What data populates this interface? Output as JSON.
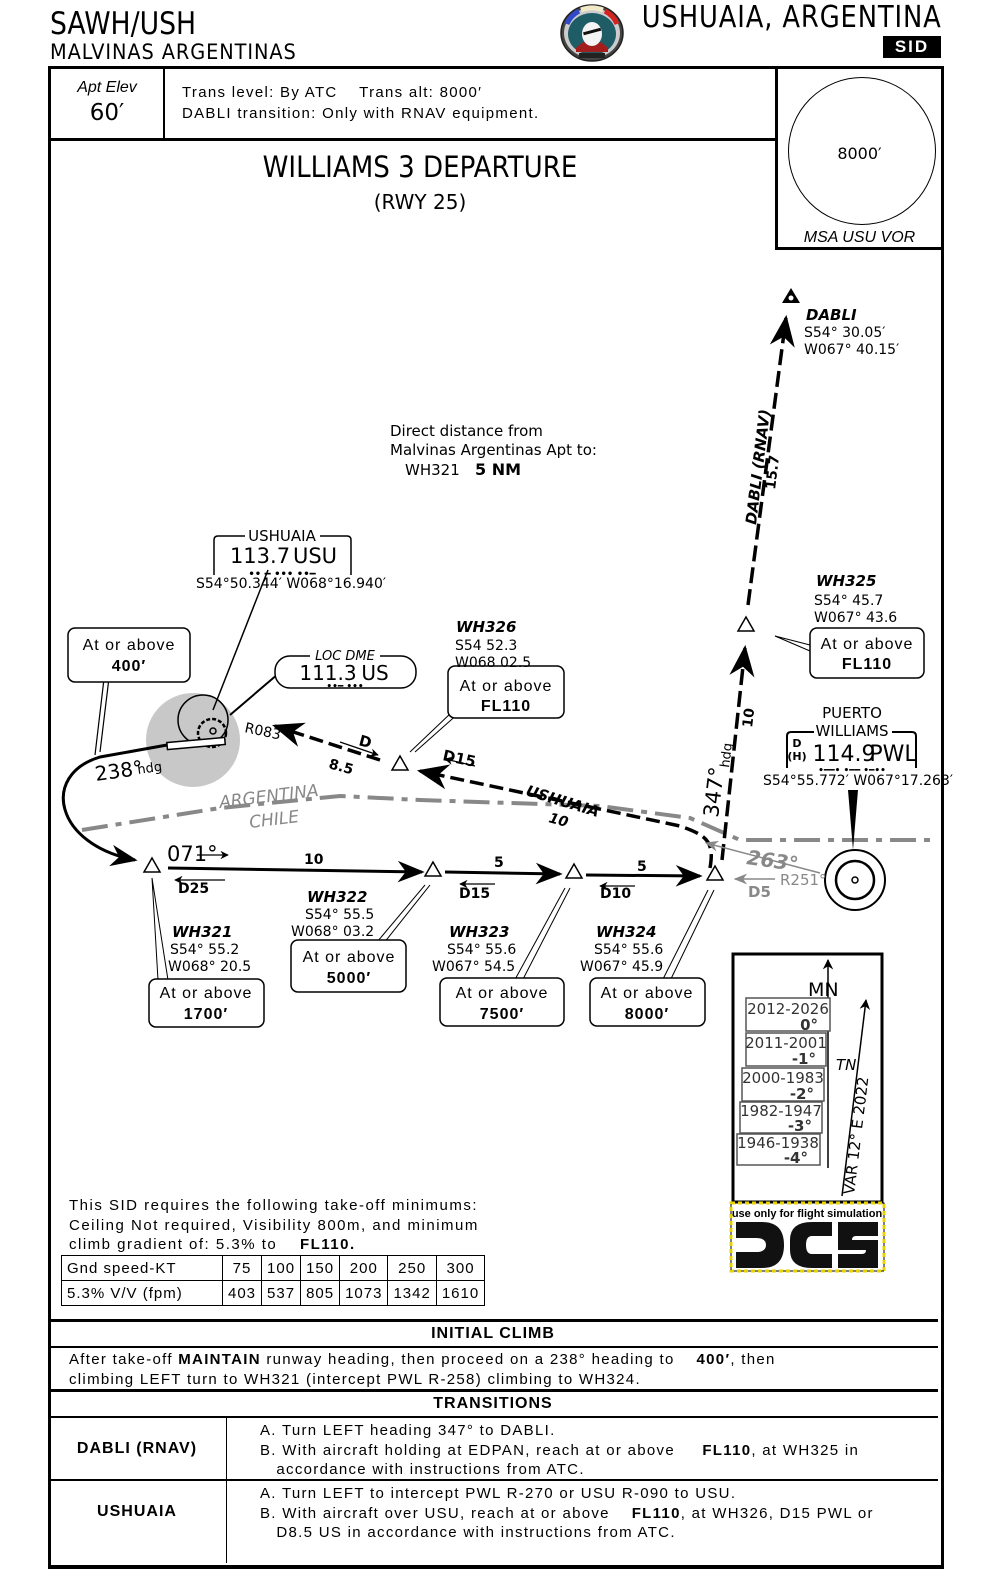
{
  "header": {
    "ident": "SAWH/USH",
    "airport_name": "MALVINAS ARGENTINAS",
    "city": "USHUAIA, ARGENTINA",
    "chart_type_badge": "SID",
    "logo": "pilot-squadron-logo"
  },
  "info": {
    "apt_elev_label": "Apt Elev",
    "apt_elev_value": "60′",
    "trans_line1": "Trans level: By ATC    Trans alt: 8000′",
    "trans_line2": "DABLI transition: Only with RNAV equipment."
  },
  "msa": {
    "altitude": "8000′",
    "label": "MSA USU VOR"
  },
  "procedure": {
    "title": "WILLIAMS 3 DEPARTURE",
    "runway": "(RWY 25)"
  },
  "map": {
    "direct_distance_note": {
      "line1": "Direct distance from",
      "line2": "Malvinas Argentinas Apt to:",
      "fix": "WH321",
      "distance": "5 NM"
    },
    "navaids": [
      {
        "id": "usu",
        "name": "USHUAIA",
        "freq": "113.7",
        "ident": "USU",
        "coords": "S54°50.344′ W068°16.940′"
      },
      {
        "id": "loc",
        "name": "LOC DME",
        "freq": "111.3",
        "ident": "US"
      },
      {
        "id": "pwl",
        "name_line1": "PUERTO",
        "name_line2": "WILLIAMS",
        "class": "D\n(H)",
        "class_d": "D",
        "class_h": "(H)",
        "freq": "114.9",
        "ident": "PWL",
        "coords": "S54°55.772′ W067°17.263′"
      }
    ],
    "waypoints": [
      {
        "name": "DABLI",
        "lat": "S54° 30.05′",
        "lon": "W067° 40.15′"
      },
      {
        "name": "WH325",
        "lat": "S54° 45.7",
        "lon": "W067° 43.6",
        "restriction_label": "At or above",
        "restriction_value": "FL110"
      },
      {
        "name": "WH326",
        "lat": "S54  52.3",
        "lon": "W068  02.5",
        "restriction_label": "At or above",
        "restriction_value": "FL110"
      },
      {
        "name": "WH321",
        "lat": "S54° 55.2",
        "lon": "W068° 20.5",
        "restriction_label": "At or above",
        "restriction_value": "1700′"
      },
      {
        "name": "WH322",
        "lat": "S54° 55.5",
        "lon": "W068° 03.2",
        "restriction_label": "At or above",
        "restriction_value": "5000′"
      },
      {
        "name": "WH323",
        "lat": "S54° 55.6",
        "lon": "W067° 54.5",
        "restriction_label": "At or above",
        "restriction_value": "7500′"
      },
      {
        "name": "WH324",
        "lat": "S54° 55.6",
        "lon": "W067° 45.9",
        "restriction_label": "At or above",
        "restriction_value": "8000′"
      }
    ],
    "initial_restriction": {
      "label": "At or above",
      "value": "400′"
    },
    "route_labels": {
      "heading_238": "238°",
      "hdg": "hdg",
      "r083": "R083°",
      "d_label": "D",
      "dist_8_5": "8.5",
      "d15_upper": "D15",
      "ushuaia_route": "USHUAIA",
      "ushuaia_dist": "10",
      "course_071": "071°",
      "leg_10": "10",
      "leg_5a": "5",
      "leg_5b": "5",
      "d25": "D25",
      "d15": "D15",
      "d10": "D10",
      "heading_347": "347°",
      "leg_347_dist": "10",
      "dabli_route": "DABLI (RNAV)",
      "dabli_dist": "15.7",
      "radial_263": "263°",
      "radial_251": "R251°",
      "d5": "D5",
      "border_argentina": "ARGENTINA",
      "border_chile": "CHILE"
    },
    "magnetic_variation": {
      "mn": "MN",
      "tn": "TN",
      "var_label": "VAR 12° E 2022",
      "table": [
        {
          "years": "2012-2026",
          "change": "0°"
        },
        {
          "years": "2011-2001",
          "change": "-1°"
        },
        {
          "years": "2000-1983",
          "change": "-2°"
        },
        {
          "years": "1982-1947",
          "change": "-3°"
        },
        {
          "years": "1946-1938",
          "change": "-4°"
        }
      ]
    },
    "disclaimer": "use only for flight simulation",
    "dcs_logo": "DCS"
  },
  "minimums": {
    "line1": "This SID requires the following take-off minimums:",
    "line2": "Ceiling Not required, Visibility 800m, and minimum",
    "line3_prefix": "climb gradient of: 5.3% to",
    "line3_bold": "FL110.",
    "table": {
      "row1_label": "Gnd speed-KT",
      "row1": [
        "75",
        "100",
        "150",
        "200",
        "250",
        "300"
      ],
      "row2_label": "5.3% V/V (fpm)",
      "row2": [
        "403",
        "537",
        "805",
        "1073",
        "1342",
        "1610"
      ]
    }
  },
  "initial_climb": {
    "header": "INITIAL CLIMB",
    "text_a": "After take-off ",
    "bold_a": "MAINTAIN",
    "text_b": " runway heading, then proceed on a 238° heading to    ",
    "bold_b": "400′",
    "text_c": ", then",
    "line2": "climbing LEFT turn to WH321 (intercept PWL R-258) climbing to WH324."
  },
  "transitions": {
    "header": "TRANSITIONS",
    "items": [
      {
        "name": "DABLI (RNAV)",
        "a": "A. Turn LEFT heading 347° to DABLI.",
        "b_pre": "B. With aircraft holding at EDPAN, reach at or above     ",
        "b_bold": "FL110",
        "b_post": ", at WH325 in",
        "c": "   accordance with instructions from ATC."
      },
      {
        "name": "USHUAIA",
        "a": "A. Turn LEFT to intercept PWL R-270 or USU R-090 to USU.",
        "b_pre": "B. With aircraft over USU, reach at or above    ",
        "b_bold": "FL110",
        "b_post": ", at WH326, D15 PWL or",
        "c": "   D8.5 US in accordance with instructions from ATC."
      }
    ]
  }
}
